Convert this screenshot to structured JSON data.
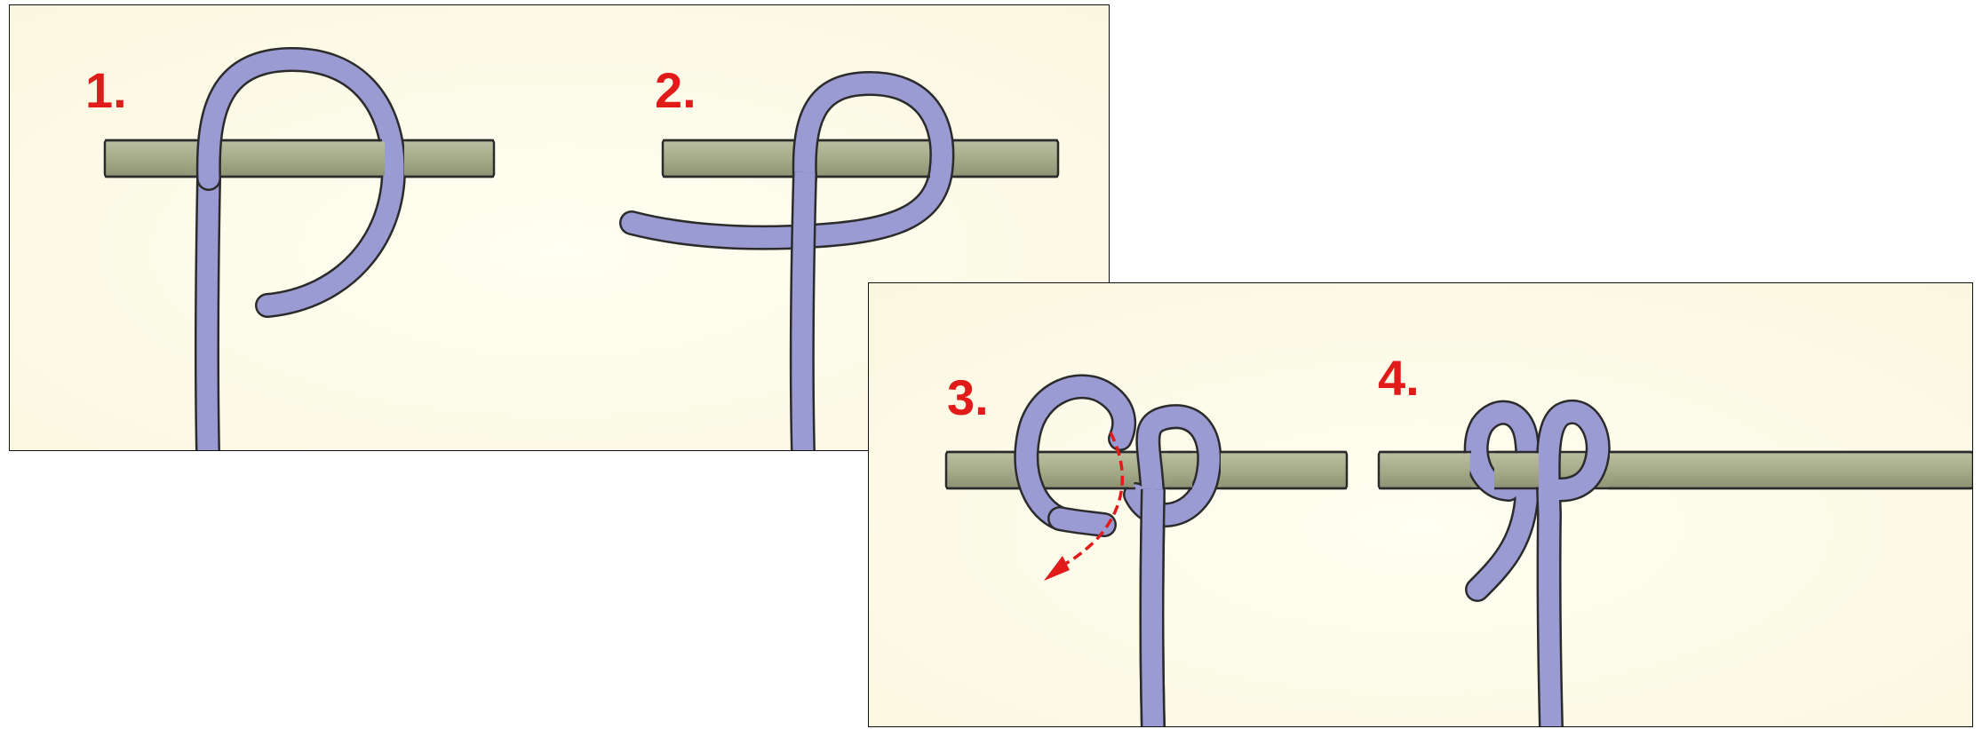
{
  "steps": [
    {
      "label": "1."
    },
    {
      "label": "2."
    },
    {
      "label": "3."
    },
    {
      "label": "4."
    }
  ],
  "colors": {
    "background": "#fffcec",
    "rod": "#a4aa88",
    "rope": "#9b9bd4",
    "outline": "#2b2b2b",
    "step_label": "#e11a1a",
    "arrow": "#e11a1a"
  }
}
